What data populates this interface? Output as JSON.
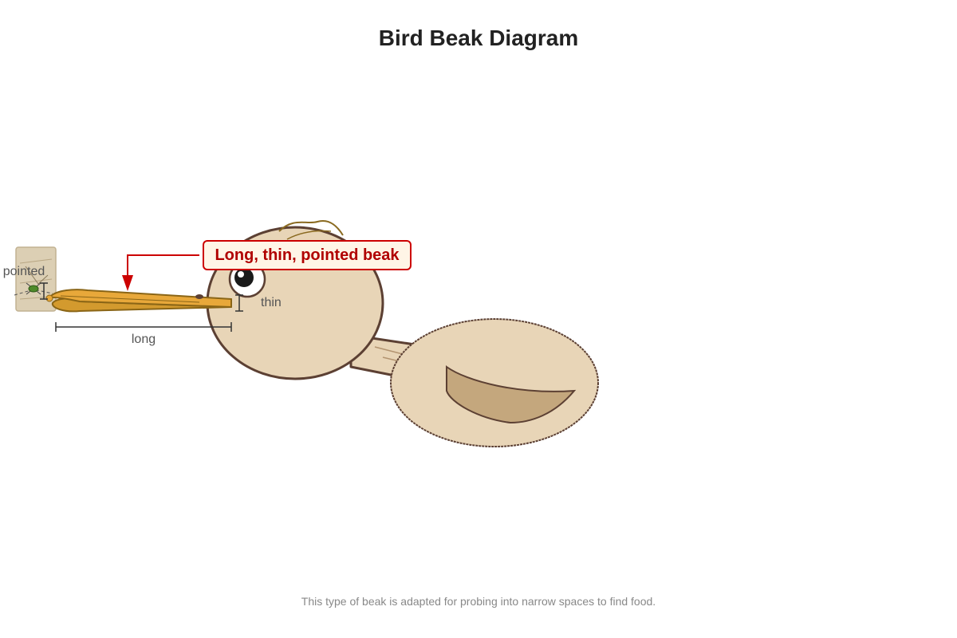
{
  "title": "Bird Beak Diagram",
  "callout": "Long, thin, pointed beak",
  "labels": {
    "pointed": "pointed",
    "thin": "thin",
    "long": "long"
  },
  "caption": "This type of beak is adapted for probing into narrow spaces to find food.",
  "colors": {
    "beak": "#e8a83a",
    "beak_outline": "#8a6516",
    "body": "#e8d5b7",
    "outline": "#5c4033",
    "wing": "#c4a77d",
    "callout": "#cc0000",
    "callout_bg": "#fff5e6"
  }
}
